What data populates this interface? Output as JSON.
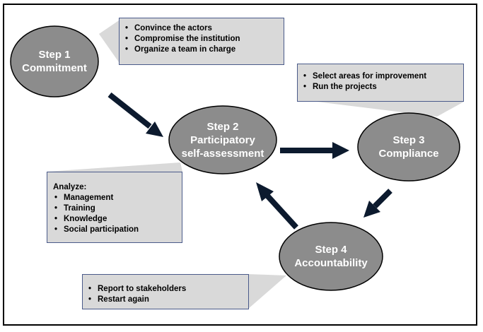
{
  "steps": [
    {
      "title": "Step 1",
      "name": [
        "Commitment"
      ]
    },
    {
      "title": "Step 2",
      "name": [
        "Participatory",
        "self-assessment"
      ]
    },
    {
      "title": "Step 3",
      "name": [
        "Compliance"
      ]
    },
    {
      "title": "Step 4",
      "name": [
        "Accountability"
      ]
    }
  ],
  "boxes": {
    "step1": {
      "items": [
        "Convince the actors",
        "Compromise the institution",
        "Organize a team in charge"
      ]
    },
    "step3": {
      "items": [
        "Select areas for improvement",
        "Run the projects"
      ]
    },
    "step2": {
      "heading": "Analyze:",
      "items": [
        "Management",
        "Training",
        "Knowledge",
        "Social participation"
      ]
    },
    "step4": {
      "items": [
        "Report to stakeholders",
        "Restart again"
      ]
    }
  },
  "colors": {
    "ellipse_fill": "#8c8c8c",
    "ellipse_stroke": "#000000",
    "box_fill": "#d9d9d9",
    "box_border": "#4a5a8a",
    "callout_fill": "#d9d9d9",
    "arrow": "#0c1a2e"
  }
}
